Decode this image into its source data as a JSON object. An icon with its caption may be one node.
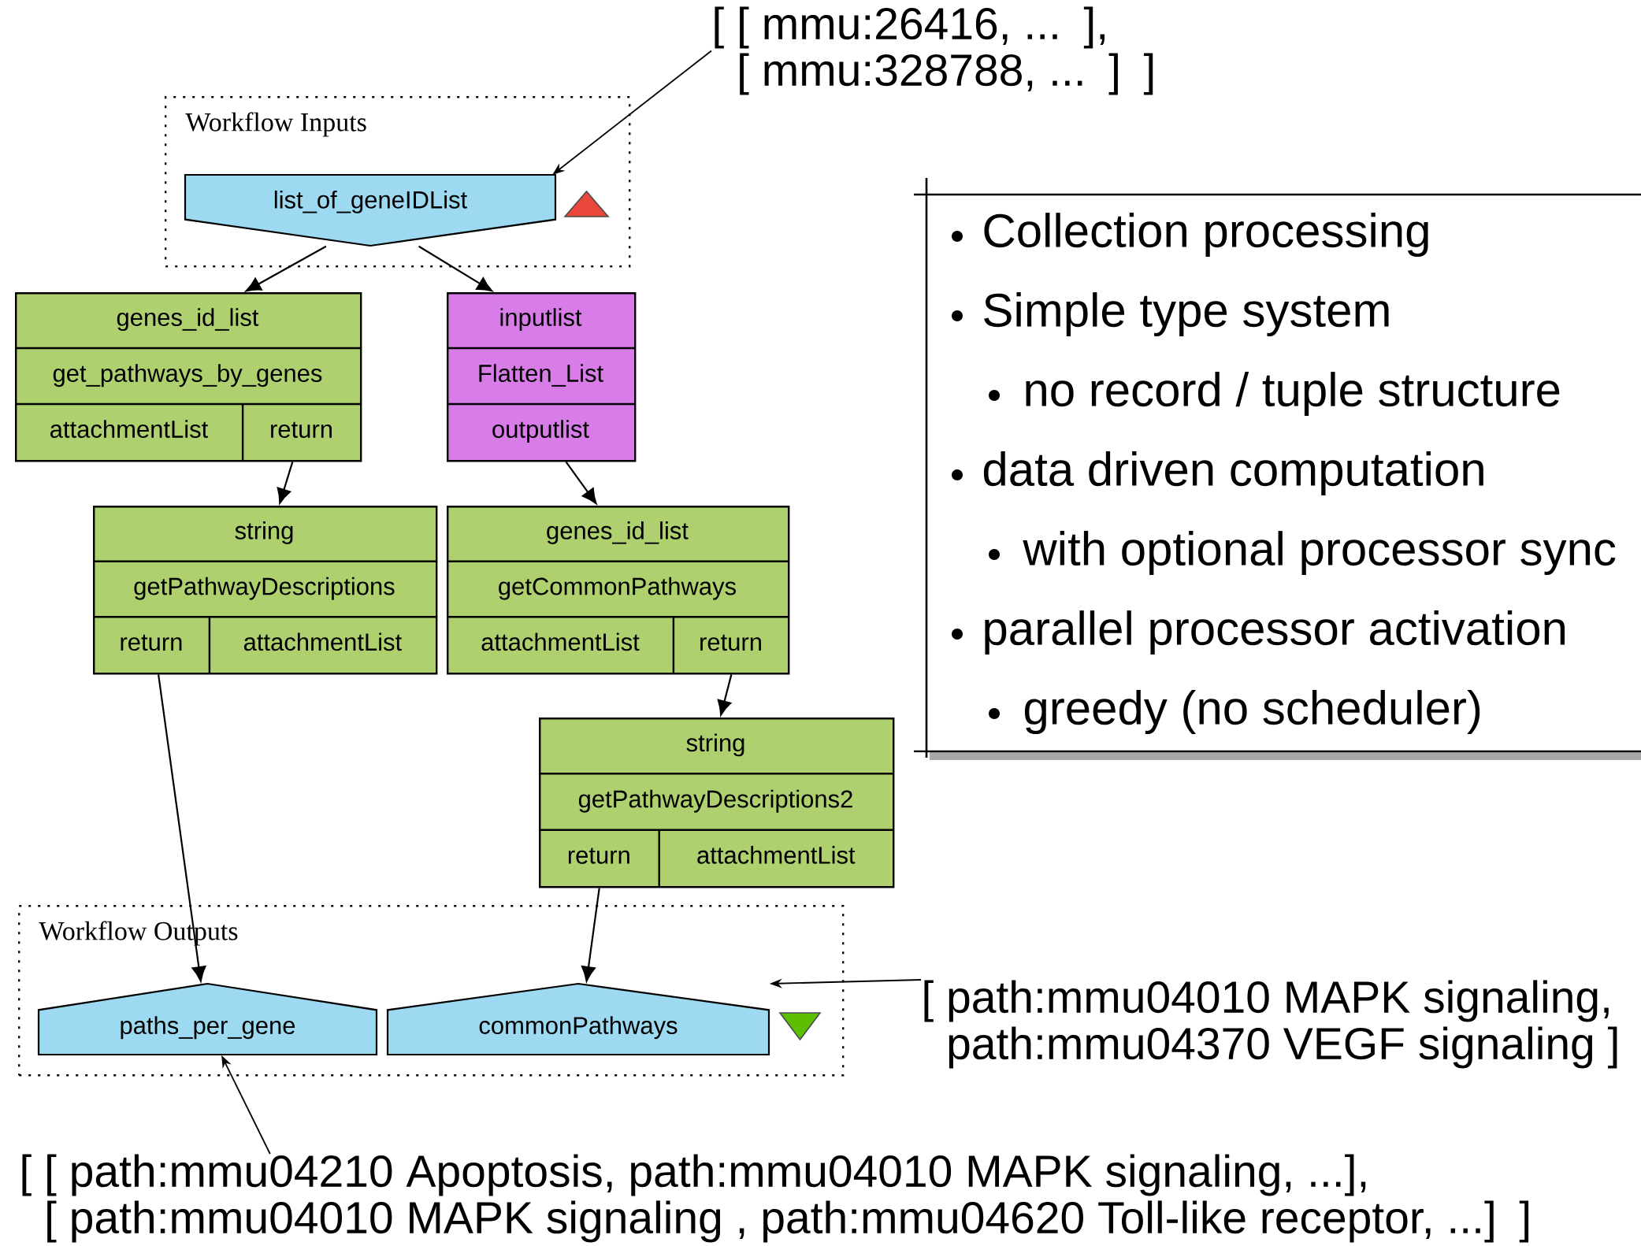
{
  "diagram": {
    "nodes": [
      {
        "text": [
          "Workflow Inputs"
        ]
      },
      {
        "text": [
          "list_of_geneIDList"
        ],
        "in": 0
      },
      {
        "text": [
          "genes_id_list",
          "get_pathways_by_genes",
          "attachmentList",
          "return"
        ]
      },
      {
        "text": [
          "inputlist",
          "Flatten_List",
          "outputlist"
        ]
      },
      {
        "text": [
          "string",
          "getPathwayDescriptions",
          "return",
          "attachmentList"
        ]
      },
      {
        "text": [
          "genes_id_list",
          "getCommonPathways",
          "attachmentList",
          "return"
        ]
      },
      {
        "text": [
          "string",
          "getPathwayDescriptions2",
          "return",
          "attachmentList"
        ]
      },
      {
        "text": [
          "Workflow Outputs"
        ]
      },
      {
        "text": [
          "paths_per_gene"
        ],
        "in": 7
      },
      {
        "text": [
          "commonPathways"
        ],
        "in": 7
      },
      {
        "text": [
          "[ [ mmu:26416, ... ], [ mmu:328788, ... ] ]"
        ]
      },
      {
        "text": [
          "Collection processing",
          "Simple type system",
          "no record / tuple structure",
          "data driven computation",
          "with optional processor sync",
          "parallel processor activation",
          "greedy (no scheduler)"
        ]
      },
      {
        "text": [
          "[ path:mmu04010 MAPK signaling, path:mmu04370 VEGF signaling ]"
        ]
      },
      {
        "text": [
          "[ [ path:mmu04210 Apoptosis, path:mmu04010 MAPK signaling, ...], [ path:mmu04010 MAPK signaling , path:mmu04620 Toll-like receptor, ...] ]"
        ]
      }
    ],
    "edges": [
      {
        "from": 1,
        "to": 2,
        "arrow": "to"
      },
      {
        "from": 1,
        "to": 3,
        "arrow": "to"
      },
      {
        "from": 2,
        "to": 4,
        "arrow": "to"
      },
      {
        "from": 3,
        "to": 5,
        "arrow": "to"
      },
      {
        "from": 4,
        "to": 8,
        "arrow": "to"
      },
      {
        "from": 5,
        "to": 6,
        "arrow": "to"
      },
      {
        "from": 6,
        "to": 9,
        "arrow": "to"
      },
      {
        "from": 10,
        "to": 1,
        "arrow": "to"
      },
      {
        "from": 12,
        "to": 9,
        "arrow": "to"
      },
      {
        "from": 13,
        "to": 8,
        "arrow": "to"
      }
    ]
  }
}
